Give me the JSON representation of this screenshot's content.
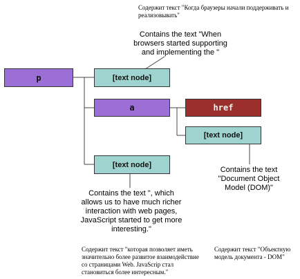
{
  "ru_top": "Содержит текст \"Когда браузеры начали поддерживать и реализовывать\"",
  "ru_bottom_left": "Содержит текст \"которая позволяет иметь значительно более развитое взаимодействие со страницами Web. JavaScrip стал становиться более интересным.\"",
  "ru_bottom_right": "Содержит текст \"Объектную модель документа - DOM\"",
  "nodes": {
    "p": "p",
    "text1": "[text node]",
    "a": "a",
    "href": "href",
    "text2": "[text node]",
    "text3": "[text node]"
  },
  "callouts": {
    "top": "Contains the text \"When browsers started supporting and implementing the \"",
    "right": "Contains the text \"Document Object Model (DOM)\"",
    "bottom": "Contains the text \", which allows us to have much richer interaction with web pages, JavaScript started to get more interesting.\""
  },
  "colors": {
    "element": "#9b6fd6",
    "text_node": "#9fd3d0",
    "attribute": "#9a2f2b"
  }
}
